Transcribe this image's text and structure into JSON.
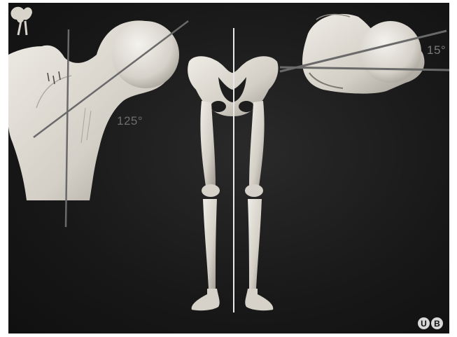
{
  "angles": {
    "neck_shaft": "125°",
    "anteversion": "15°"
  },
  "corner_badges": [
    "U",
    "B"
  ],
  "colors": {
    "background": "#161616",
    "bone": "#d9d6cf",
    "bone_shadow": "#9f9b92",
    "axis_line": "#6a6a6a",
    "center_line": "#e8e8e8",
    "angle_text": "#6e6e6e"
  }
}
